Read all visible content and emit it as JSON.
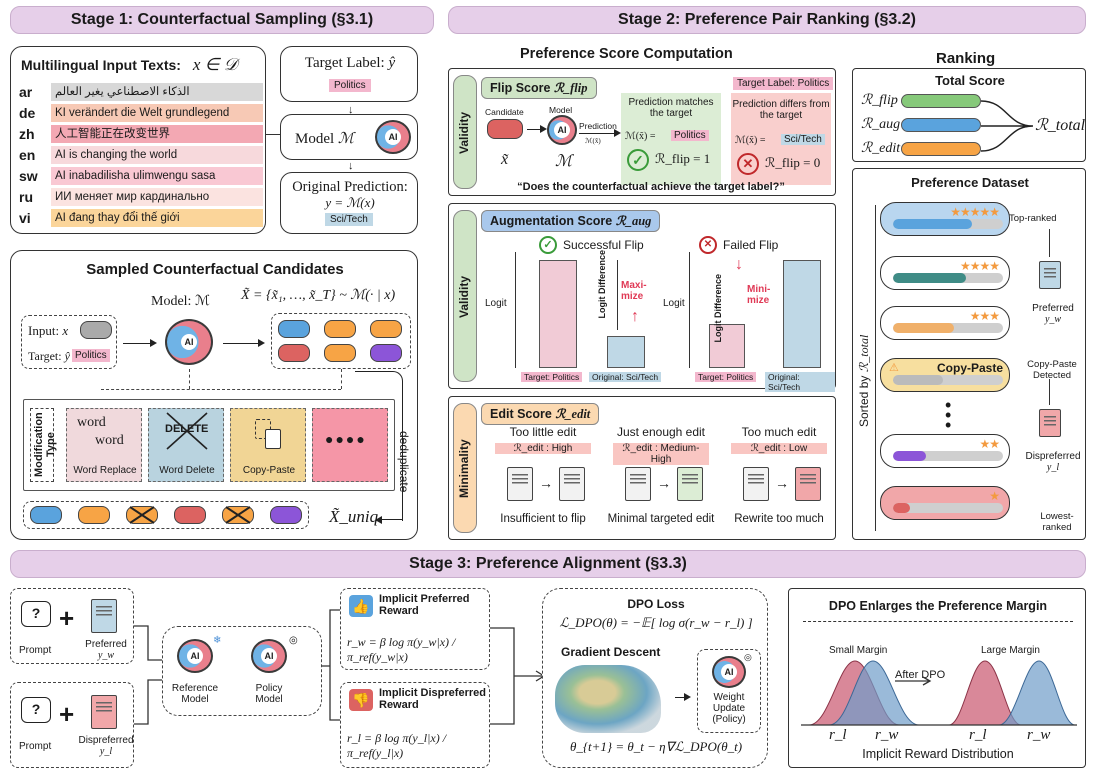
{
  "stage1": {
    "title": "Stage 1: Counterfactual Sampling (§3.1)",
    "input_title": "Multilingual Input Texts:",
    "input_math": "x ∈ 𝒟",
    "languages": [
      {
        "code": "ar",
        "text": "الذكاء الاصطناعي يغير العالم",
        "color": "#d8d8d8"
      },
      {
        "code": "de",
        "text": "KI verändert die Welt grundlegend",
        "color": "#f7c9b5"
      },
      {
        "code": "zh",
        "text": "人工智能正在改变世界",
        "color": "#f3a8b3"
      },
      {
        "code": "en",
        "text": "AI is changing the world",
        "color": "#f7d9dc"
      },
      {
        "code": "sw",
        "text": "AI inabadilisha ulimwengu sasa",
        "color": "#f9c8d3"
      },
      {
        "code": "ru",
        "text": "ИИ меняет мир кардинально",
        "color": "#fbe3e0"
      },
      {
        "code": "vi",
        "text": "AI đang thay đổi thế giới",
        "color": "#fbd59a"
      }
    ],
    "target_label_title": "Target Label:",
    "target_label_math": "ŷ",
    "target_label_value": "Politics",
    "model_label": "Model",
    "model_math": "ℳ",
    "orig_pred_title": "Original Prediction:",
    "orig_pred_math": "y = ℳ(x)",
    "orig_pred_value": "Sci/Tech",
    "candidates_title": "Sampled Counterfactual Candidates",
    "cand_model": "Model: ℳ",
    "cand_math": "X̃ = {x̃₁, …, x̃_T} ~ ℳ(· | x)",
    "input_label": "Input:",
    "input_x": "x",
    "target_label": "Target:",
    "target_y": "ŷ",
    "target_value": "Politics",
    "mod_type": "Modification Type",
    "mods": [
      {
        "label": "Word Replace",
        "icon_top": "word",
        "icon_bottom": "word",
        "color": "#f0d9dc"
      },
      {
        "label": "Word Delete",
        "icon_top": "DELETE",
        "icon_bottom": "",
        "color": "#b9d3df"
      },
      {
        "label": "Copy-Paste",
        "icon_top": "",
        "icon_bottom": "",
        "color": "#f1d595"
      },
      {
        "label": "",
        "icon_top": "●●●●",
        "icon_bottom": "",
        "color": "#f596a7"
      }
    ],
    "deduplicate": "deduplicate",
    "uniq_math": "X̃_uniq",
    "colors": {
      "blue": "#5aa3dd",
      "orange": "#f7a445",
      "red": "#dc6361",
      "purple": "#8c55d8"
    }
  },
  "stage2": {
    "title": "Stage 2: Preference Pair Ranking (§3.2)",
    "score_title": "Preference Score Computation",
    "validity": "Validity",
    "minimality": "Minimality",
    "flip": {
      "title": "Flip Score",
      "math": "ℛ_flip",
      "candidate": "Candidate",
      "candidate_math": "x̃",
      "model": "Model",
      "model_math": "ℳ",
      "prediction": "Prediction",
      "prediction_math": "ℳ(x̃)",
      "target_label_tag": "Target Label: Politics",
      "match_title": "Prediction matches the target",
      "match_eq": "ℳ(x̃) =",
      "match_value": "Politics",
      "match_result": "ℛ_flip = 1",
      "differ_title": "Prediction differs from the target",
      "differ_eq": "ℳ(x̃) =",
      "differ_value": "Sci/Tech",
      "differ_result": "ℛ_flip = 0",
      "question": "“Does the counterfactual achieve the target label?”"
    },
    "aug": {
      "title": "Augmentation Score",
      "math": "ℛ_aug",
      "success": "Successful Flip",
      "failed": "Failed Flip",
      "logit": "Logit",
      "logit_diff": "Logit Difference",
      "maximize": "Maxi-mize",
      "minimize": "Mini-mize",
      "target_tag": "Target: Politics",
      "orig_tag": "Original: Sci/Tech"
    },
    "edit": {
      "title": "Edit Score",
      "math": "ℛ_edit",
      "cases": [
        {
          "head": "Too little edit",
          "score": "ℛ_edit : High",
          "foot": "Insufficient to flip",
          "score_color": "#f9c6c2"
        },
        {
          "head": "Just enough edit",
          "score": "ℛ_edit : Medium-High",
          "foot": "Minimal targeted edit",
          "score_color": "#f9c6c2"
        },
        {
          "head": "Too much edit",
          "score": "ℛ_edit : Low",
          "foot": "Rewrite too much",
          "score_color": "#f9c6c2"
        }
      ]
    },
    "ranking_title": "Ranking",
    "total_title": "Total Score",
    "total_inputs": [
      {
        "label": "ℛ_flip",
        "color": "#86c97a"
      },
      {
        "label": "ℛ_aug",
        "color": "#5aa3dd"
      },
      {
        "label": "ℛ_edit",
        "color": "#f7a445"
      }
    ],
    "total_math": "ℛ_total",
    "dataset_title": "Preference Dataset",
    "sorted_by": "Sorted by",
    "sorted_math": "ℛ_total",
    "rows": [
      {
        "stars": "★★★★★",
        "fill": 0.72,
        "color": "#5aa3dd",
        "bg": "#b9d6ef"
      },
      {
        "stars": "★★★★",
        "fill": 0.66,
        "color": "#3f8c86",
        "bg": "#ffffff"
      },
      {
        "stars": "★★★",
        "fill": 0.55,
        "color": "#f0b06a",
        "bg": "#ffffff"
      },
      {
        "stars": "",
        "fill": 0.45,
        "color": "#bbbbbb",
        "bg": "#f7df9f",
        "text": "Copy-Paste"
      },
      {
        "stars": "★★",
        "fill": 0.3,
        "color": "#8c55d8",
        "bg": "#ffffff"
      },
      {
        "stars": "★",
        "fill": 0.15,
        "color": "#dc6361",
        "bg": "#f1a7a9"
      }
    ],
    "top_ranked": "Top-ranked",
    "preferred": "Preferred",
    "preferred_math": "y_w",
    "copy_paste_detected": "Copy-Paste Detected",
    "dispreferred": "Dispreferred",
    "dispreferred_math": "y_l",
    "lowest_ranked": "Lowest-ranked"
  },
  "stage3": {
    "title": "Stage 3: Preference Alignment (§3.3)",
    "prompt": "Prompt",
    "preferred": "Preferred",
    "preferred_math": "y_w",
    "dispreferred": "Dispreferred",
    "dispreferred_math": "y_l",
    "ref_model": "Reference Model",
    "policy_model": "Policy Model",
    "implicit_pref": "Implicit Preferred Reward",
    "implicit_pref_eq": "r_w = β log π(y_w|x) / π_ref(y_w|x)",
    "implicit_dispref": "Implicit Dispreferred Reward",
    "implicit_dispref_eq": "r_l = β log π(y_l|x) / π_ref(y_l|x)",
    "dpo_loss": "DPO Loss",
    "dpo_eq": "ℒ_DPO(θ) = −𝔼[ log σ(r_w − r_l) ]",
    "grad_desc": "Gradient Descent",
    "weight_update": "Weight Update (Policy)",
    "update_eq": "θ_{t+1} = θ_t − η∇ℒ_DPO(θ_t)",
    "margin_title": "DPO Enlarges the Preference Margin",
    "small_margin": "Small Margin",
    "large_margin": "Large Margin",
    "after_dpo": "After DPO",
    "r_l": "r_l",
    "r_w": "r_w",
    "dist_label": "Implicit Reward Distribution"
  }
}
